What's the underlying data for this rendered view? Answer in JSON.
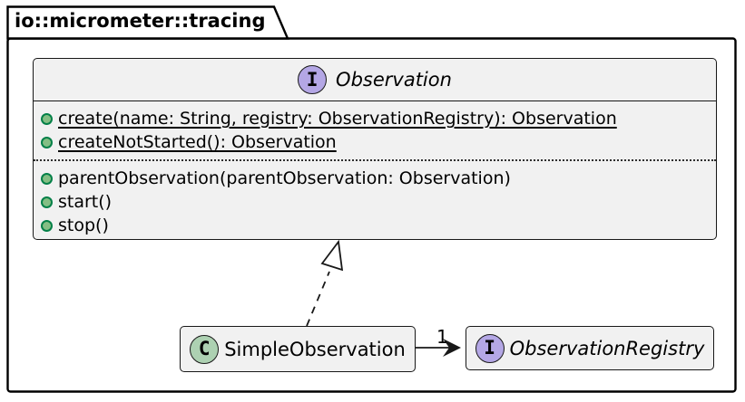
{
  "package": {
    "title": "io::micrometer::tracing"
  },
  "classes": {
    "observation": {
      "kind": "interface",
      "badge_letter": "I",
      "name": "Observation",
      "static_methods": [
        "create(name: String, registry: ObservationRegistry): Observation",
        "createNotStarted(): Observation"
      ],
      "methods": [
        "parentObservation(parentObservation: Observation)",
        "start()",
        "stop()"
      ]
    },
    "simple_observation": {
      "kind": "class",
      "badge_letter": "C",
      "name": "SimpleObservation"
    },
    "observation_registry": {
      "kind": "interface",
      "badge_letter": "I",
      "name": "ObservationRegistry"
    }
  },
  "relations": {
    "realization": "SimpleObservation ..|> Observation",
    "association_multiplicity": "1"
  },
  "colors": {
    "interface_badge": "#B4A7E5",
    "class_badge": "#ADD1B2",
    "method_bullet": "#84BE84",
    "method_bullet_border": "#038048",
    "box_fill": "#F1F1F1",
    "box_border": "#181818",
    "frame_border": "#000000"
  }
}
